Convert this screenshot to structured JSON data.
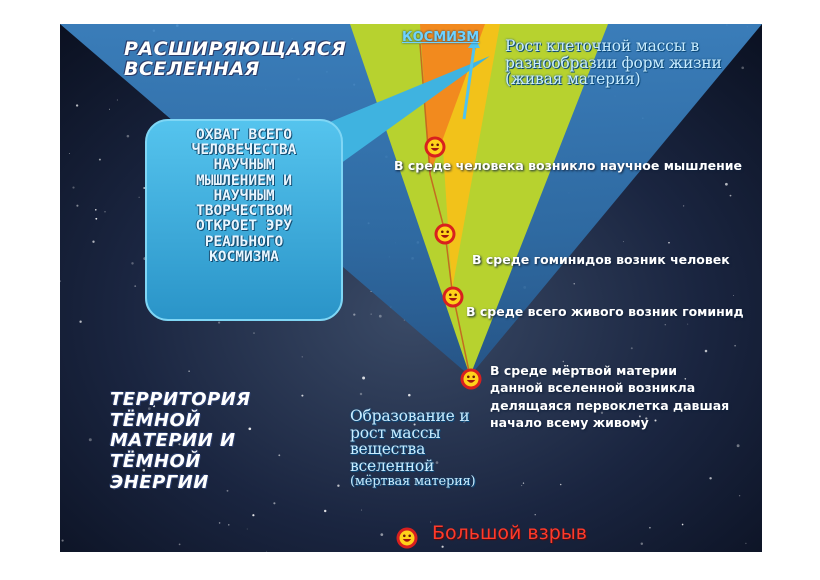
{
  "labels": {
    "expanding_universe": [
      "РАСШИРЯЮЩАЯСЯ",
      "ВСЕЛЕННАЯ"
    ],
    "dark_territory": [
      "ТЕРРИТОРИЯ",
      "ТЁМНОЙ",
      "МАТЕРИИ И",
      "ТЁМНОЙ",
      "ЭНЕРГИИ"
    ],
    "cosmism": "КОСМИЗМ",
    "living_matter": [
      "Рост клеточной массы в",
      "разнообразии форм жизни",
      "(живая материя)"
    ],
    "dead_matter": [
      "Образование и",
      "рост массы",
      "вещества",
      "вселенной",
      "(мёртвая материя)"
    ],
    "big_bang": "Большой взрыв"
  },
  "callout": {
    "lines": [
      "ОХВАТ ВСЕГО",
      "ЧЕЛОВЕЧЕСТВА",
      "НАУЧНЫМ",
      "МЫШЛЕНИЕМ И",
      "НАУЧНЫМ",
      "ТВОРЧЕСТВОМ",
      "ОТКРОЕТ ЭРУ",
      "РЕАЛЬНОГО",
      "КОСМИЗМА"
    ]
  },
  "milestones": {
    "scientific_thinking": "В среде человека возникло научное мышление",
    "human": "В среде гоминидов возник человек",
    "hominid": "В среде всего живого возник гоминид",
    "first_cell": [
      "В среде мёртвой материи",
      "данной вселенной возникла",
      "делящаяся первоклетка давшая",
      "начало всему живому"
    ]
  },
  "icons": {
    "marker": "smiley-face-icon"
  },
  "colors": {
    "cone_blue": "#3a78b8",
    "living_cone": "#b7d22f",
    "yellow_band": "#f2c21a",
    "orange_band": "#f28a1e",
    "callout_fill": "#3fb3e0",
    "smiley_red": "#d8201e",
    "smiley_yellow": "#ffd21a",
    "big_bang_text": "#ff3a2a",
    "space_dark": "#0d1526"
  }
}
